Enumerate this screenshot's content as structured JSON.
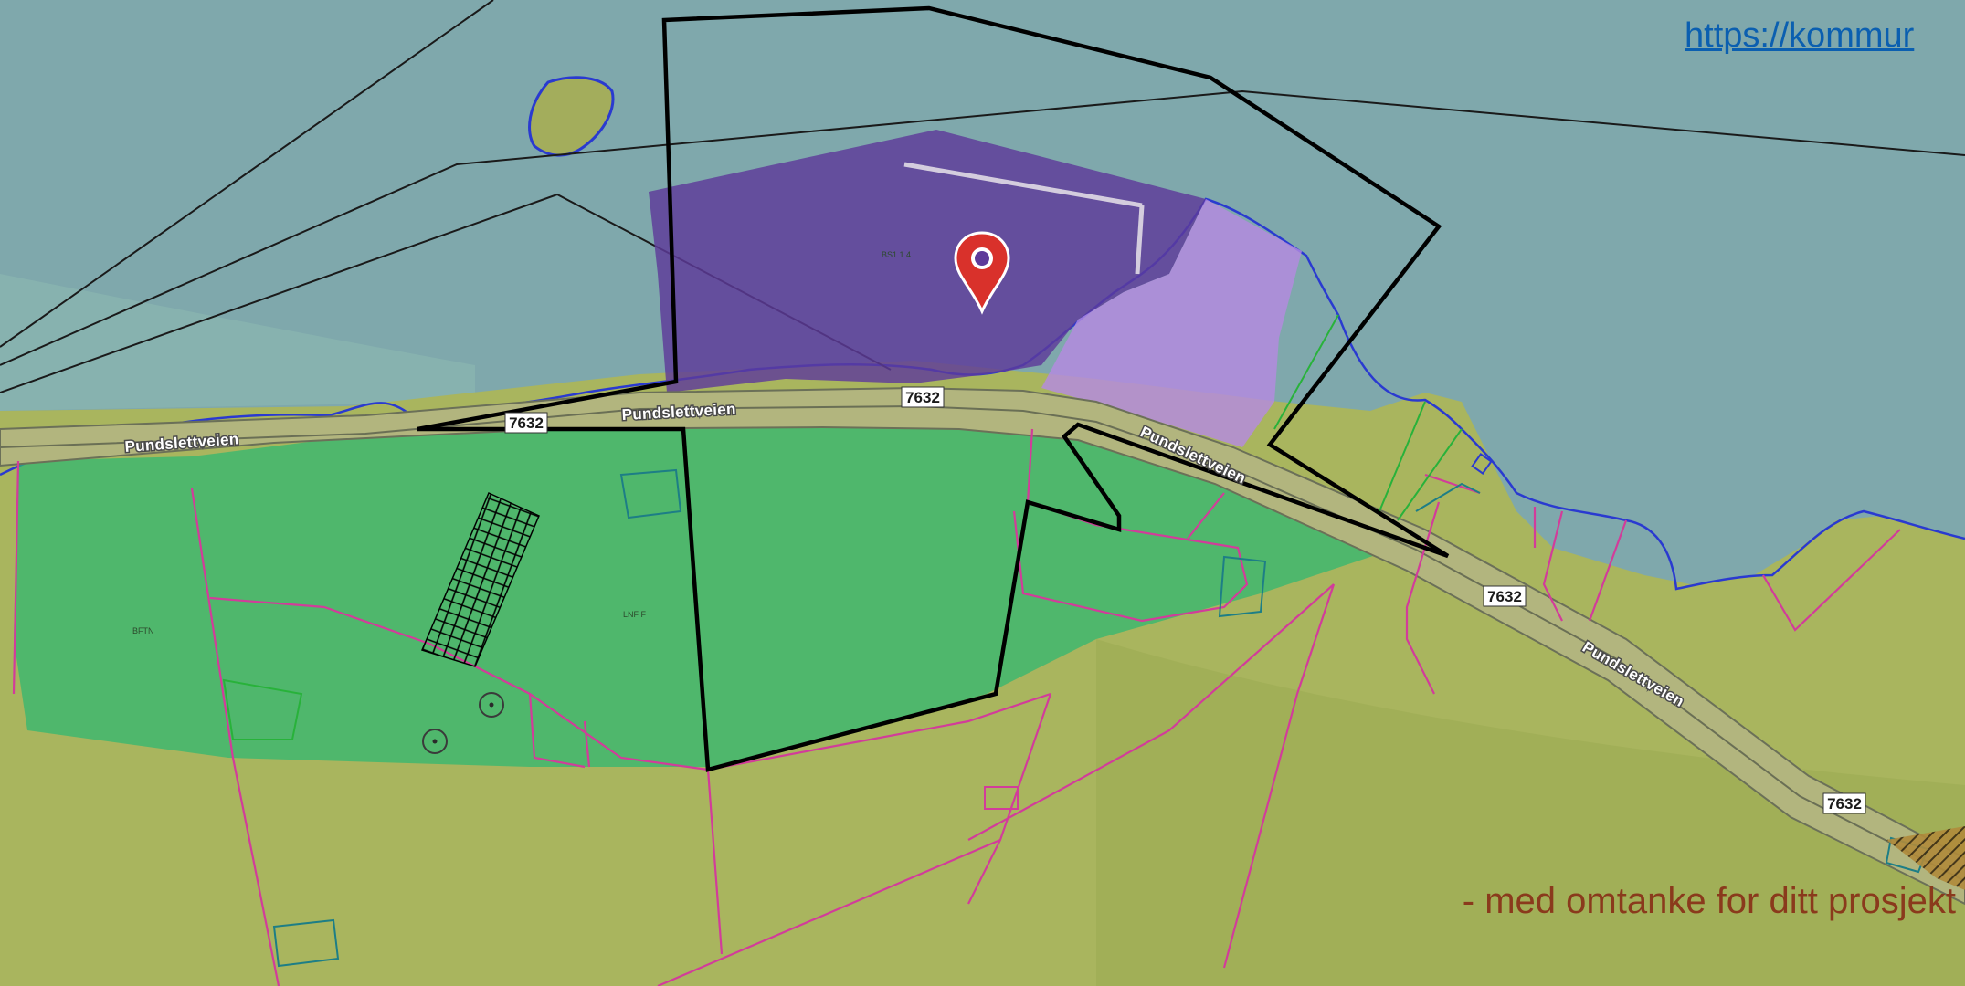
{
  "link": {
    "text": "https://kommur"
  },
  "tagline": "- med omtanke for ditt prosjekt",
  "road": {
    "name": "Pundslettveien",
    "number": "7632"
  },
  "zone_codes": {
    "harbour": "BS1 1.4",
    "forest": "LNF F",
    "bolig": "BFTN"
  },
  "colors": {
    "sea": "#7fa8ac",
    "land": "#a9b55e",
    "green_zone": "#2db872",
    "purple_zone": "#5e3a9a",
    "light_purple_zone": "#b48ae0",
    "boundary_black": "#000000",
    "property_line": "#d23c9a",
    "shoreline": "#2a3ad0",
    "marker": "#d9312b"
  },
  "icons": {
    "marker": "map-pin-icon"
  }
}
